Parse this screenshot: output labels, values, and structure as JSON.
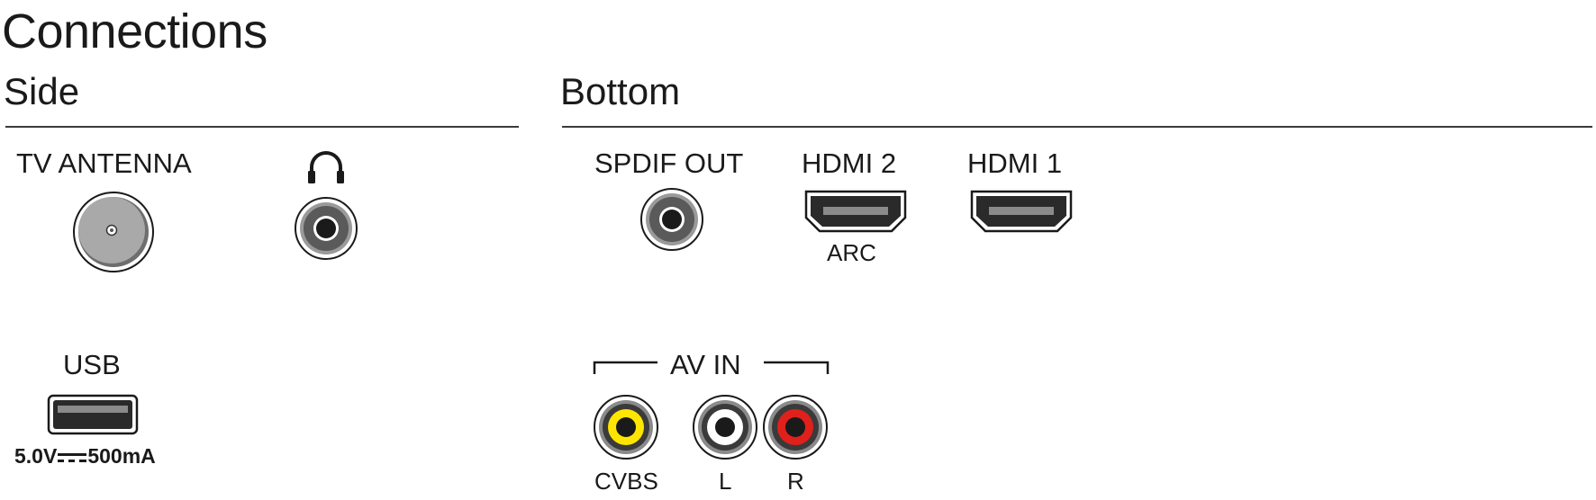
{
  "title": "Connections",
  "sections": {
    "side": {
      "heading": "Side"
    },
    "bottom": {
      "heading": "Bottom"
    }
  },
  "ports": {
    "tv_antenna": {
      "label": "TV ANTENNA"
    },
    "headphones": {
      "icon": "headphones-icon"
    },
    "usb": {
      "label": "USB",
      "rating_left": "5.0V",
      "rating_right": "500mA"
    },
    "spdif_out": {
      "label": "SPDIF OUT"
    },
    "hdmi2": {
      "label": "HDMI 2",
      "sub": "ARC"
    },
    "hdmi1": {
      "label": "HDMI 1"
    },
    "av_in": {
      "label": "AV IN",
      "jacks": [
        {
          "label": "CVBS",
          "color": "#ffe600"
        },
        {
          "label": "L",
          "color": "#ffffff"
        },
        {
          "label": "R",
          "color": "#e0201b"
        }
      ]
    }
  }
}
